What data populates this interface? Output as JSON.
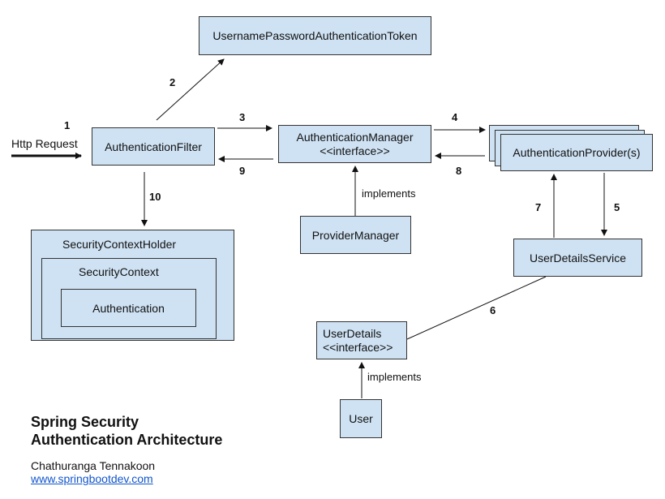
{
  "nodes": {
    "token": "UsernamePasswordAuthenticationToken",
    "filter": "AuthenticationFilter",
    "manager_line1": "AuthenticationManager",
    "manager_line2": "<<interface>>",
    "provider": "AuthenticationProvider(s)",
    "provider_manager": "ProviderManager",
    "user_details_service": "UserDetailsService",
    "user_details_line1": "UserDetails",
    "user_details_line2": "<<interface>>",
    "user": "User",
    "context_holder": "SecurityContextHolder",
    "context": "SecurityContext",
    "authentication": "Authentication"
  },
  "labels": {
    "http_request": "Http Request",
    "implements_1": "implements",
    "implements_2": "implements"
  },
  "steps": [
    "1",
    "2",
    "3",
    "4",
    "5",
    "6",
    "7",
    "8",
    "9",
    "10"
  ],
  "footer": {
    "title_line1": "Spring Security",
    "title_line2": "Authentication Architecture",
    "author": "Chathuranga Tennakoon",
    "link": "www.springbootdev.com"
  },
  "colors": {
    "box_fill": "#cfe2f3",
    "link": "#1155cc"
  }
}
